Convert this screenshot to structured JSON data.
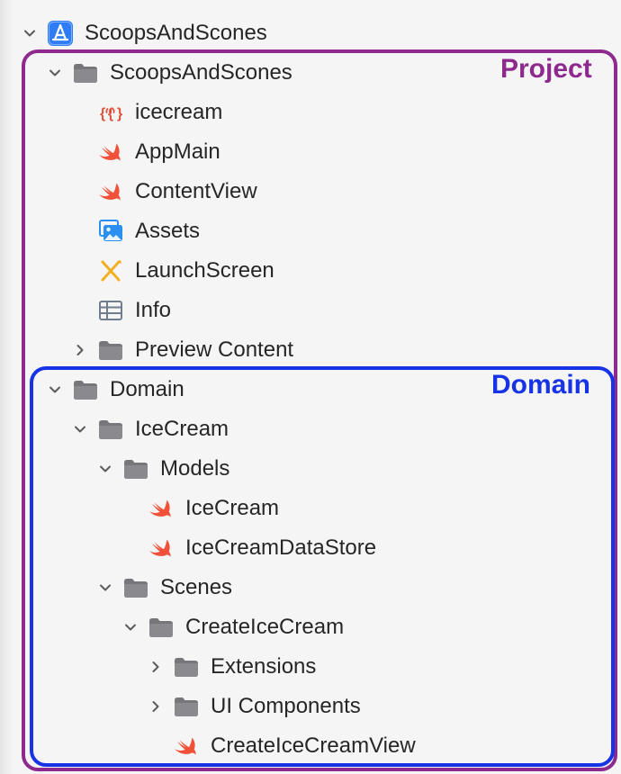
{
  "tree": {
    "root": {
      "label": "ScoopsAndScones",
      "icon": "app-project-icon",
      "expanded": true
    },
    "items": [
      {
        "label": "ScoopsAndScones",
        "icon": "folder-icon",
        "expanded": true
      },
      {
        "label": "icecream",
        "icon": "json-file-icon"
      },
      {
        "label": "AppMain",
        "icon": "swift-file-icon"
      },
      {
        "label": "ContentView",
        "icon": "swift-file-icon"
      },
      {
        "label": "Assets",
        "icon": "asset-catalog-icon"
      },
      {
        "label": "LaunchScreen",
        "icon": "storyboard-icon"
      },
      {
        "label": "Info",
        "icon": "plist-icon"
      },
      {
        "label": "Preview Content",
        "icon": "folder-icon",
        "expanded": false
      },
      {
        "label": "Domain",
        "icon": "folder-icon",
        "expanded": true
      },
      {
        "label": "IceCream",
        "icon": "folder-icon",
        "expanded": true
      },
      {
        "label": "Models",
        "icon": "folder-icon",
        "expanded": true
      },
      {
        "label": "IceCream",
        "icon": "swift-file-icon"
      },
      {
        "label": "IceCreamDataStore",
        "icon": "swift-file-icon"
      },
      {
        "label": "Scenes",
        "icon": "folder-icon",
        "expanded": true
      },
      {
        "label": "CreateIceCream",
        "icon": "folder-icon",
        "expanded": true
      },
      {
        "label": "Extensions",
        "icon": "folder-icon",
        "expanded": false
      },
      {
        "label": "UI Components",
        "icon": "folder-icon",
        "expanded": false
      },
      {
        "label": "CreateIceCreamView",
        "icon": "swift-file-icon"
      }
    ]
  },
  "annotations": {
    "project": {
      "label": "Project",
      "color": "#8e2a8e"
    },
    "domain": {
      "label": "Domain",
      "color": "#1733e6"
    }
  },
  "colors": {
    "background": "#f5f5f5",
    "folder": "#7a7a7e",
    "swift": "#f05138",
    "app_icon": "#2f7cf6"
  }
}
